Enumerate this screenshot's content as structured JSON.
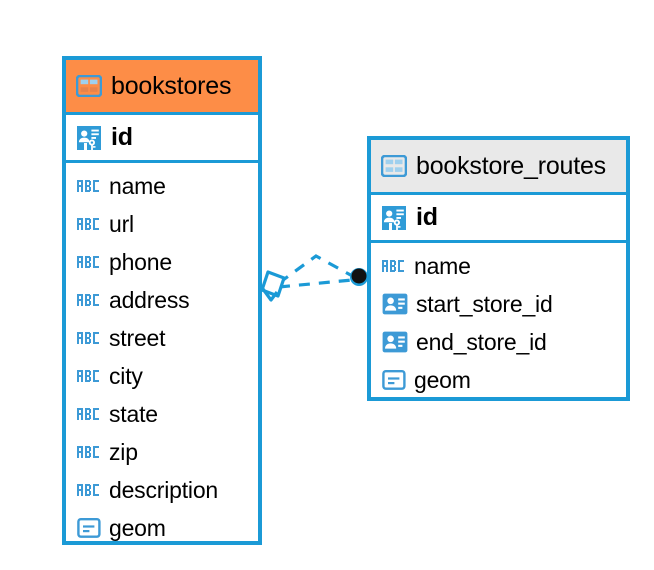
{
  "diagram": {
    "type": "entity-relationship-diagram",
    "background": "#ffffff",
    "accent_blue": "#1b9ad6",
    "header_orange": "#fd8d47",
    "header_gray": "#e9e9e9",
    "connector_color": "#1b9ad6",
    "connector_endpoint_color": "#111111"
  },
  "entities": [
    {
      "name": "bookstores",
      "header_color": "#fd8d47",
      "table_icon": "table-icon",
      "primary_key": {
        "label": "id",
        "icon": "primary-key-icon",
        "bold": true
      },
      "fields": [
        {
          "label": "name",
          "icon": "text-type-icon"
        },
        {
          "label": "url",
          "icon": "text-type-icon"
        },
        {
          "label": "phone",
          "icon": "text-type-icon"
        },
        {
          "label": "address",
          "icon": "text-type-icon"
        },
        {
          "label": "street",
          "icon": "text-type-icon"
        },
        {
          "label": "city",
          "icon": "text-type-icon"
        },
        {
          "label": "state",
          "icon": "text-type-icon"
        },
        {
          "label": "zip",
          "icon": "text-type-icon"
        },
        {
          "label": "description",
          "icon": "text-type-icon"
        },
        {
          "label": "geom",
          "icon": "geometry-type-icon"
        }
      ]
    },
    {
      "name": "bookstore_routes",
      "header_color": "#e9e9e9",
      "table_icon": "table-icon",
      "primary_key": {
        "label": "id",
        "icon": "primary-key-icon",
        "bold": true
      },
      "fields": [
        {
          "label": "name",
          "icon": "text-type-icon"
        },
        {
          "label": "start_store_id",
          "icon": "foreign-key-icon"
        },
        {
          "label": "end_store_id",
          "icon": "foreign-key-icon"
        },
        {
          "label": "geom",
          "icon": "geometry-type-icon"
        }
      ]
    }
  ],
  "relationship": {
    "from_entity": "bookstores",
    "to_entity": "bookstore_routes",
    "from_cardinality": "zero-or-many",
    "to_cardinality": "one",
    "line_style": "dashed",
    "from_marker": "diamond-crowfoot-marker",
    "to_marker": "filled-circle-marker"
  }
}
